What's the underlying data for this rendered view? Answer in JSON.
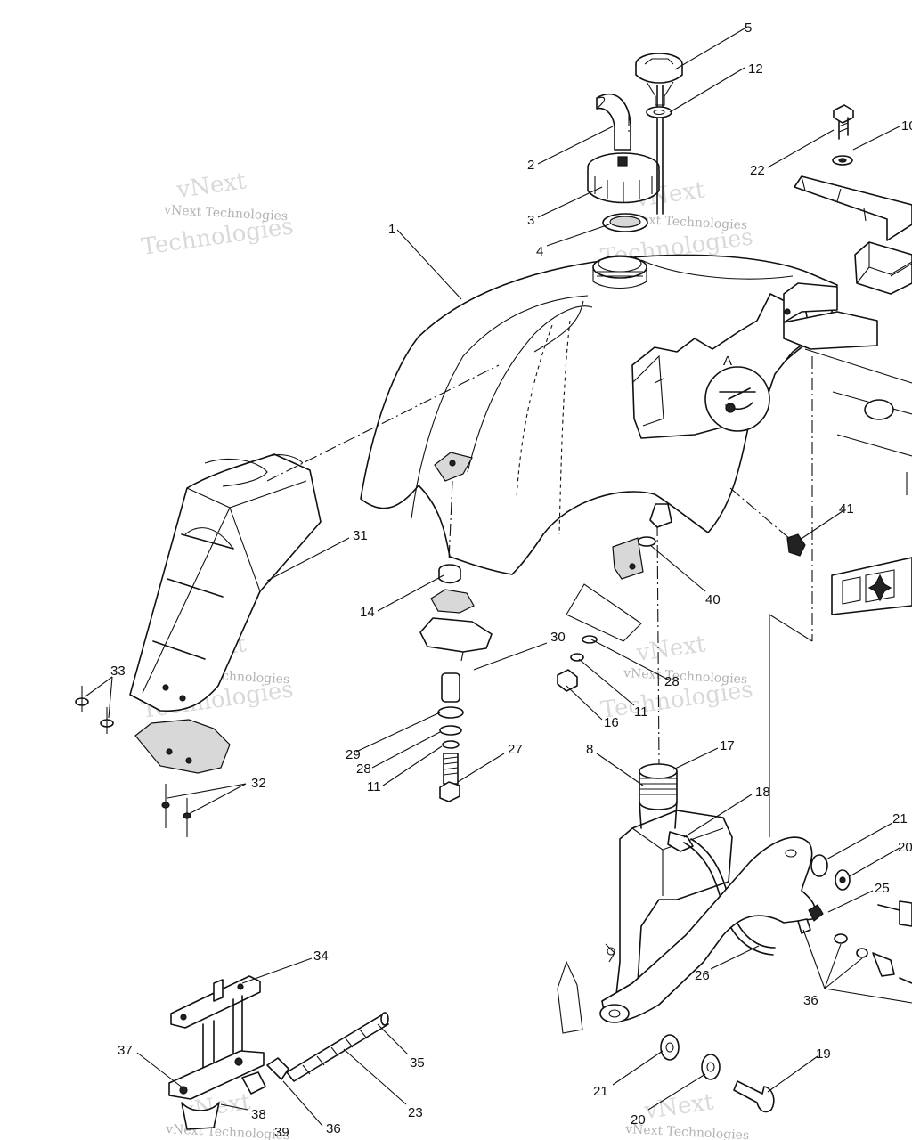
{
  "watermark": {
    "brand": "vNext",
    "line2": "Technologies",
    "caption": "vNext Technologies"
  },
  "detail_label": "A",
  "callouts": [
    {
      "id": "c1",
      "text": "1"
    },
    {
      "id": "c2",
      "text": "2"
    },
    {
      "id": "c3",
      "text": "3"
    },
    {
      "id": "c4",
      "text": "4"
    },
    {
      "id": "c5",
      "text": "5"
    },
    {
      "id": "c12",
      "text": "12"
    },
    {
      "id": "c10",
      "text": "10"
    },
    {
      "id": "c22",
      "text": "22"
    },
    {
      "id": "c31",
      "text": "31"
    },
    {
      "id": "c33",
      "text": "33"
    },
    {
      "id": "c32",
      "text": "32"
    },
    {
      "id": "c14",
      "text": "14"
    },
    {
      "id": "c30",
      "text": "30"
    },
    {
      "id": "c29",
      "text": "29"
    },
    {
      "id": "c28a",
      "text": "28"
    },
    {
      "id": "c11a",
      "text": "11"
    },
    {
      "id": "c27",
      "text": "27"
    },
    {
      "id": "c41",
      "text": "41"
    },
    {
      "id": "c40",
      "text": "40"
    },
    {
      "id": "c28b",
      "text": "28"
    },
    {
      "id": "c11b",
      "text": "11"
    },
    {
      "id": "c16",
      "text": "16"
    },
    {
      "id": "c8",
      "text": "8"
    },
    {
      "id": "c17",
      "text": "17"
    },
    {
      "id": "c18",
      "text": "18"
    },
    {
      "id": "c21a",
      "text": "21"
    },
    {
      "id": "c20a",
      "text": "20"
    },
    {
      "id": "c25",
      "text": "25"
    },
    {
      "id": "c26",
      "text": "26"
    },
    {
      "id": "c36a",
      "text": "36"
    },
    {
      "id": "c34",
      "text": "34"
    },
    {
      "id": "c35",
      "text": "35"
    },
    {
      "id": "c37",
      "text": "37"
    },
    {
      "id": "c23",
      "text": "23"
    },
    {
      "id": "c38",
      "text": "38"
    },
    {
      "id": "c39",
      "text": "39"
    },
    {
      "id": "c36b",
      "text": "36"
    },
    {
      "id": "c21b",
      "text": "21"
    },
    {
      "id": "c20b",
      "text": "20"
    },
    {
      "id": "c19",
      "text": "19"
    }
  ]
}
